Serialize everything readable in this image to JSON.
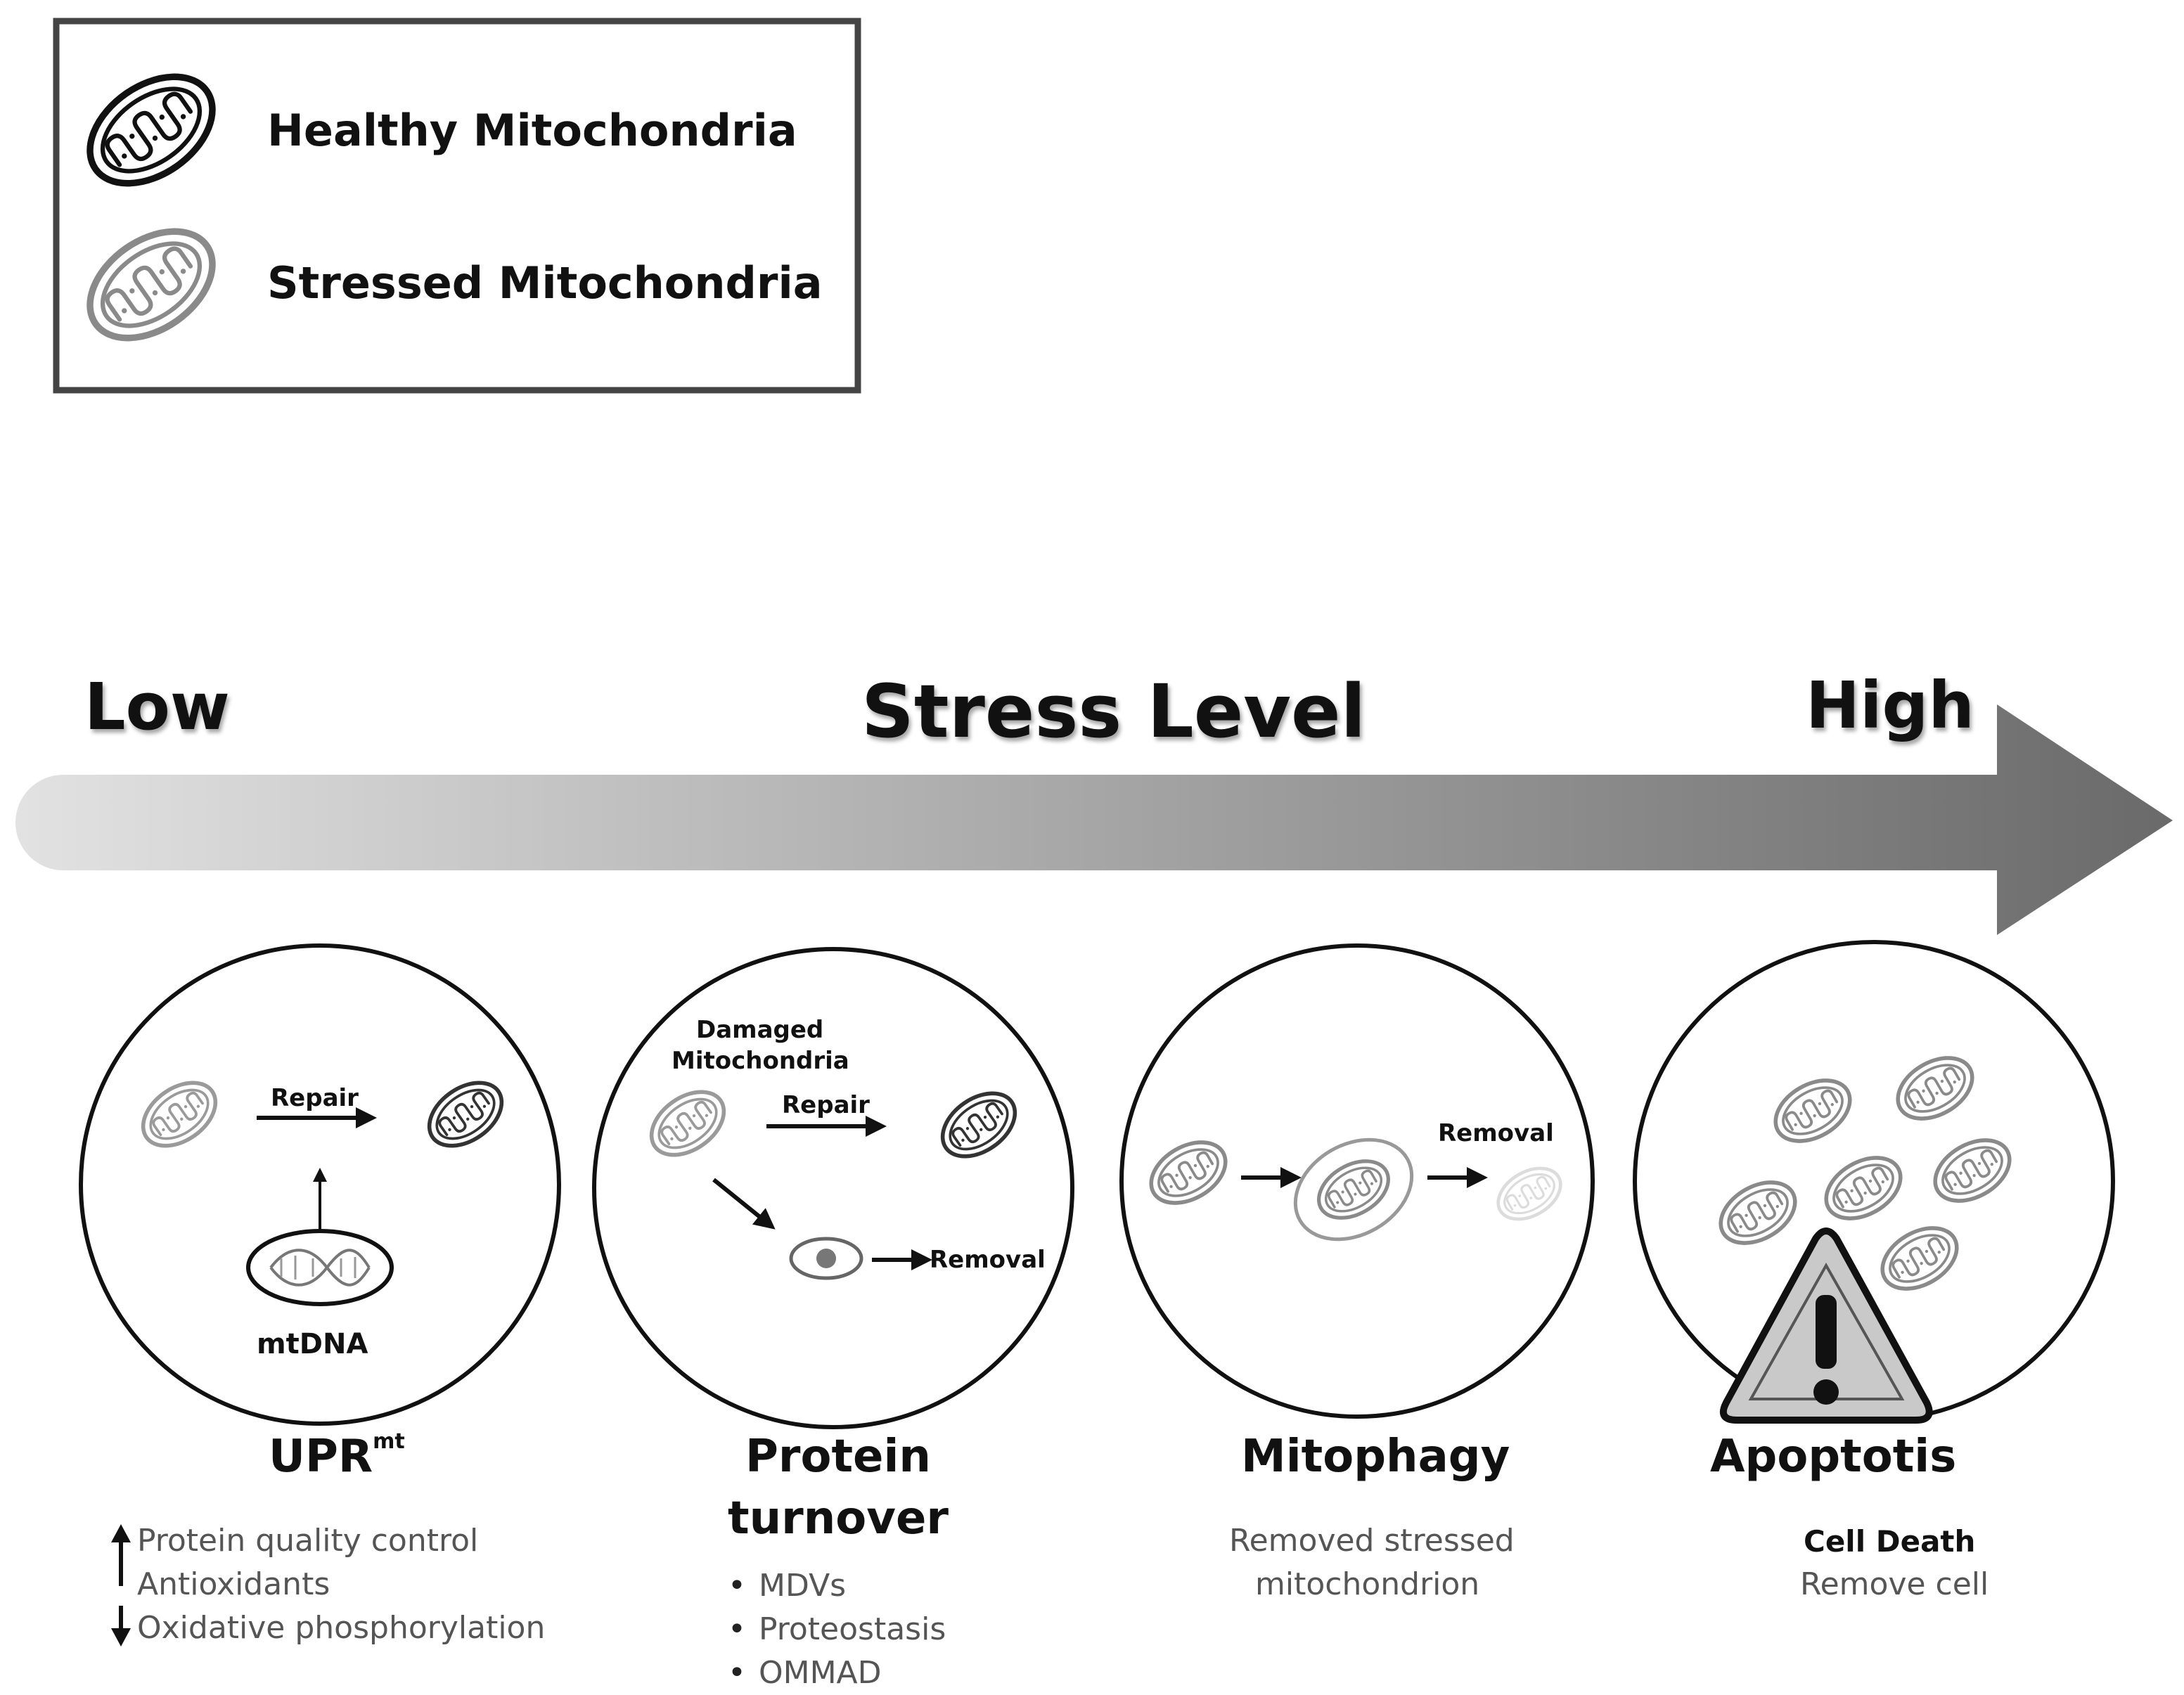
{
  "legend": {
    "healthy_label": "Healthy Mitochondria",
    "stressed_label": "Stressed Mitochondria",
    "healthy_icon": "healthy-mitochondrion-icon",
    "stressed_icon": "stressed-mitochondrion-icon"
  },
  "scale": {
    "low": "Low",
    "title": "Stress Level",
    "high": "High",
    "gradient_start": "#e2e2e2",
    "gradient_end": "#6a6a6a"
  },
  "panels": {
    "upr": {
      "title": "UPR",
      "title_sup": "mt",
      "repair_label": "Repair",
      "mtdna_label": "mtDNA",
      "effects": [
        "Protein quality control",
        "Antioxidants",
        "Oxidative phosphorylation"
      ]
    },
    "turnover": {
      "title_line1": "Protein",
      "title_line2": "turnover",
      "damaged_line1": "Damaged",
      "damaged_line2": "Mitochondria",
      "repair_label": "Repair",
      "removal_label": "Removal",
      "bullets": [
        "MDVs",
        "Proteostasis",
        "OMMAD"
      ]
    },
    "mitophagy": {
      "title": "Mitophagy",
      "removal_label": "Removal",
      "desc_line1": "Removed stressed",
      "desc_line2": "mitochondrion"
    },
    "apoptosis": {
      "title": "Apoptotis",
      "desc_bold": "Cell Death",
      "desc": "Remove cell",
      "warning_icon": "warning-icon"
    }
  }
}
